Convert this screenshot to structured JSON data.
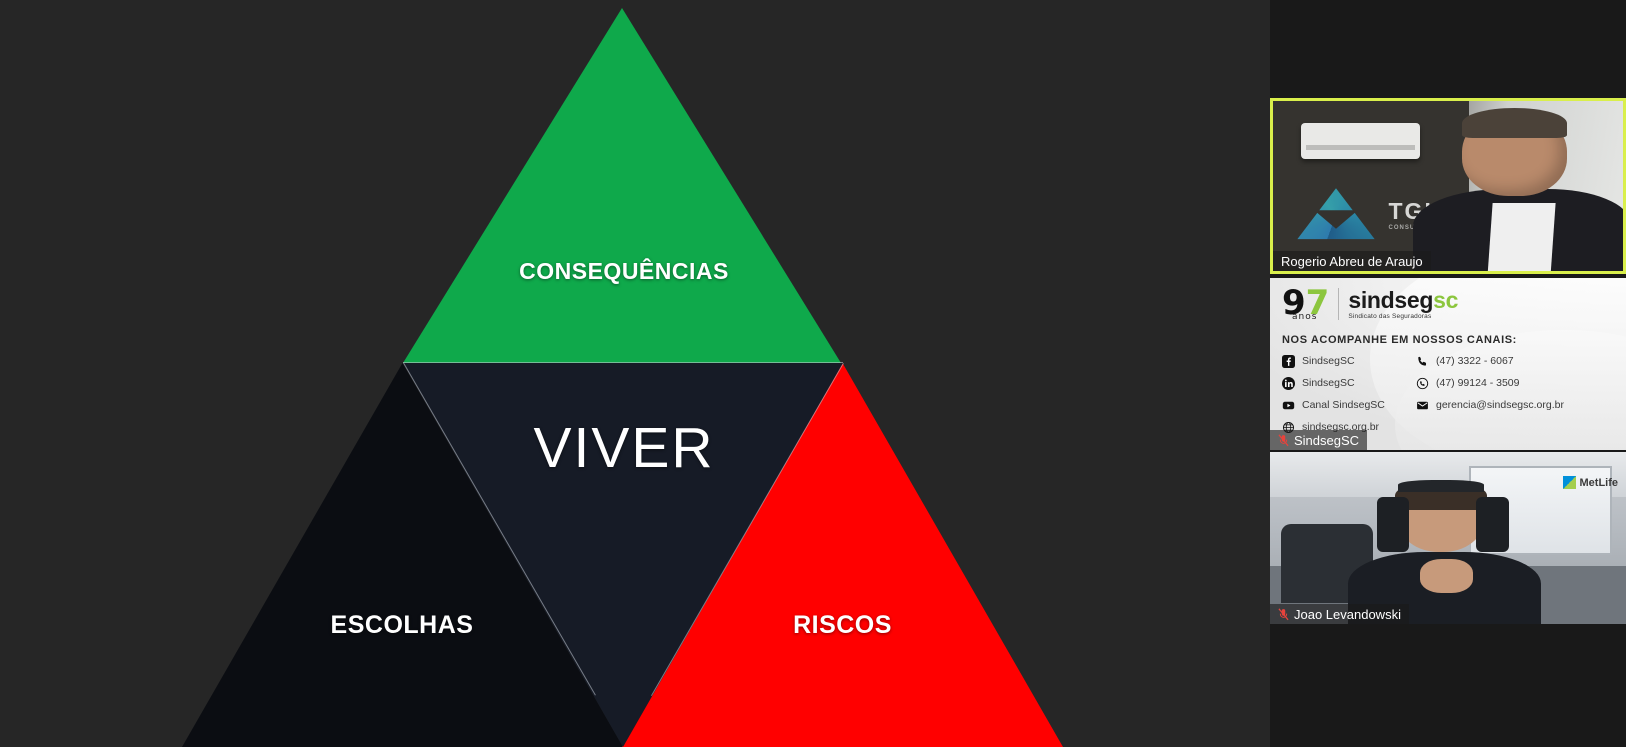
{
  "slide": {
    "title_center": "VIVER",
    "top_label": "CONSEQUÊNCIAS",
    "left_label": "ESCOLHAS",
    "right_label": "RISCOS",
    "colors": {
      "top": "#0FA94B",
      "left": "#0B0D12",
      "right": "#FF0000",
      "center": "#161B26",
      "background": "#262626"
    }
  },
  "filmstrip": {
    "tiles": [
      {
        "name": "Rogerio Abreu de Araujo",
        "type": "webcam",
        "active": true,
        "active_border_color": "#D9EF4B",
        "muted": false,
        "overlay_logo_text": "TGL",
        "overlay_logo_sub": "CONSULTORIA FINANCEIRA"
      },
      {
        "name": "SindsegSC",
        "type": "screen-share",
        "active": false,
        "muted": true
      },
      {
        "name": "Joao Levandowski",
        "type": "webcam",
        "active": false,
        "muted": true,
        "watermark": "MetLife"
      }
    ]
  },
  "shared_document": {
    "logo_years": "9",
    "logo_years_accent": "7",
    "logo_years_sub": "anos",
    "brand_name": "sindseg",
    "brand_accent": "sc",
    "brand_tagline": "Sindicato das Seguradoras",
    "heading": "NOS ACOMPANHE EM NOSSOS CANAIS:",
    "channels": [
      {
        "icon": "facebook-icon",
        "label": "SindsegSC"
      },
      {
        "icon": "phone-icon",
        "label": "(47) 3322 - 6067"
      },
      {
        "icon": "linkedin-icon",
        "label": "SindsegSC"
      },
      {
        "icon": "whatsapp-icon",
        "label": "(47) 99124 - 3509"
      },
      {
        "icon": "youtube-icon",
        "label": "Canal SindsegSC"
      },
      {
        "icon": "email-icon",
        "label": "gerencia@sindsegsc.org.br"
      },
      {
        "icon": "globe-icon",
        "label": "sindsegsc.org.br"
      }
    ]
  }
}
